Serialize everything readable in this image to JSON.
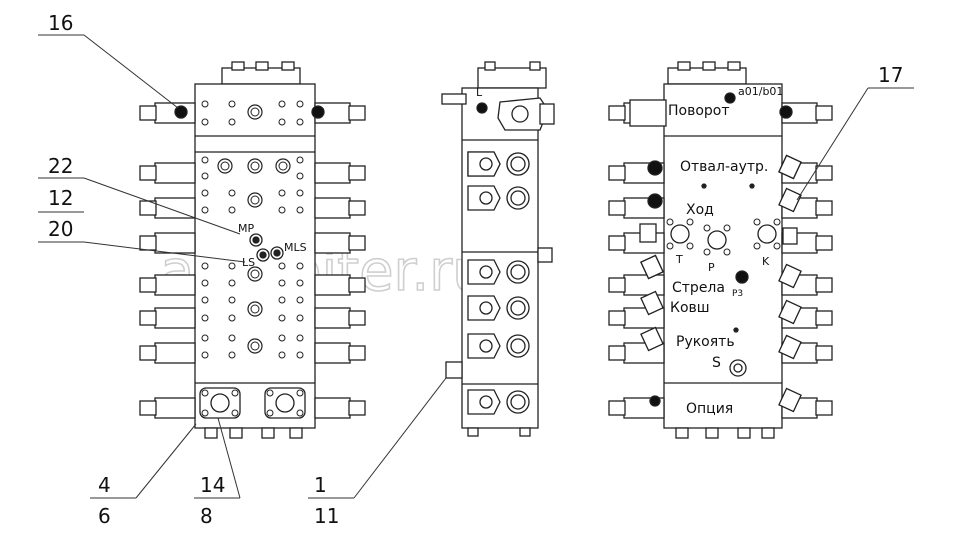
{
  "callouts": {
    "c16": "16",
    "c22": "22",
    "c12": "12",
    "c20": "20",
    "c17": "17",
    "c4": "4",
    "c6": "6",
    "c14": "14",
    "c8": "8",
    "c1": "1",
    "c11": "11"
  },
  "left_view": {
    "mp": "MP",
    "ls": "LS",
    "mls": "MLS"
  },
  "middle_view": {
    "l": "L"
  },
  "right_view": {
    "version": "a01/b01",
    "povorot": "Поворот",
    "otval": "Отвал-аутр.",
    "hod": "Ход",
    "t": "T",
    "p": "P",
    "k": "K",
    "strela": "Стрела",
    "p3": "P3",
    "kovsh": "Ковш",
    "rukoyat": "Рукоять",
    "s": "S",
    "opciya": "Опция"
  },
  "watermark": {
    "text": "autopiter.ru"
  }
}
